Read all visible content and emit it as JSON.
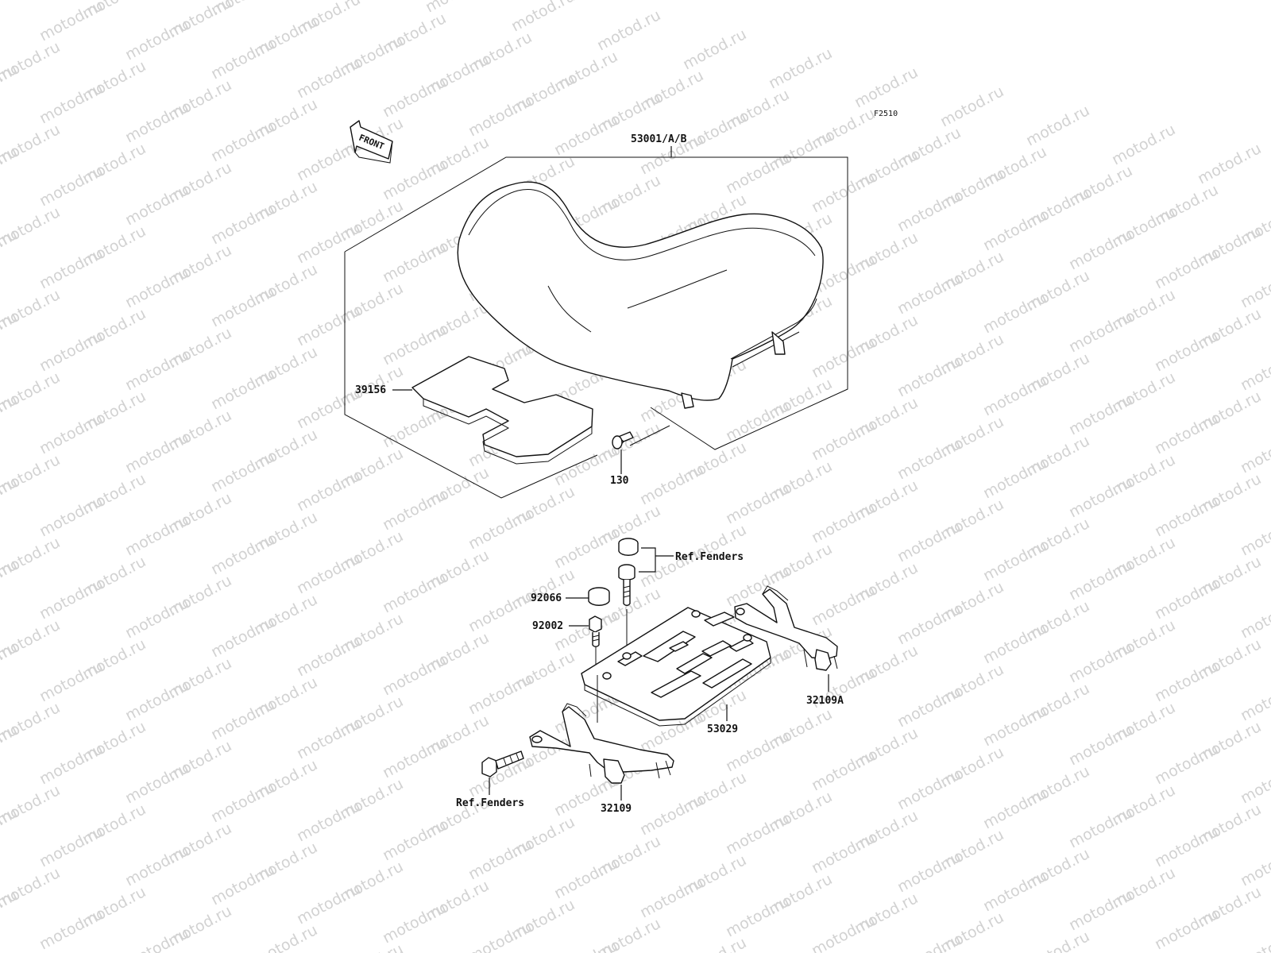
{
  "watermark": {
    "text": "motod.ru"
  },
  "diagram_code": "F2510",
  "front_marker": {
    "text": "FRONT",
    "icon": "front-arrow-icon"
  },
  "labels": {
    "seat": "53001/A/B",
    "seat_pad": "39156",
    "seat_bolt": "130",
    "ref_fenders_top": "Ref.Fenders",
    "cap": "92066",
    "bolt": "92002",
    "carrier": "53029",
    "bracket_right": "32109A",
    "bracket_left": "32109",
    "ref_fenders_bottom": "Ref.Fenders"
  },
  "colors": {
    "line": "#111111",
    "watermark": "#d2d2d2",
    "background": "#ffffff"
  }
}
